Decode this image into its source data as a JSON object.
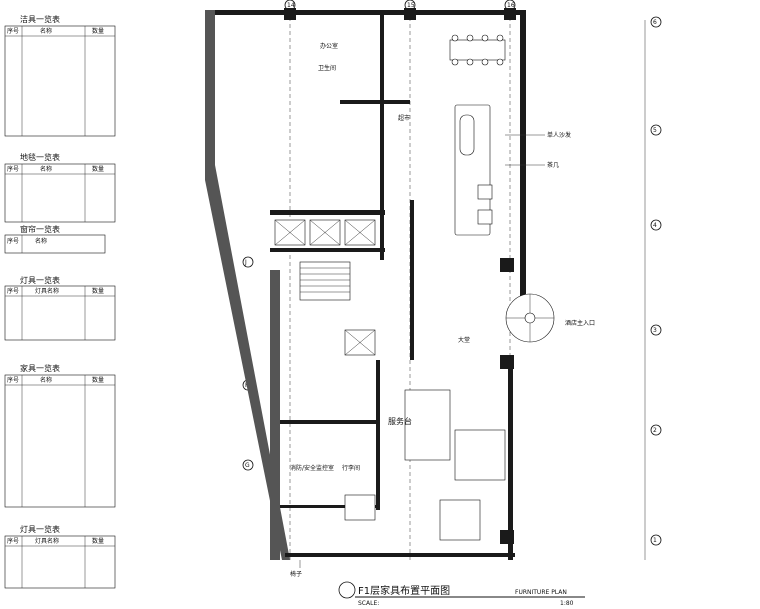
{
  "drawing": {
    "title_cn": "F1层家具布置平面图",
    "title_en": "FURNITURE PLAN",
    "scale_label": "SCALE:",
    "scale_value": "1:80"
  },
  "grid": {
    "top": [
      "14",
      "15",
      "16"
    ],
    "right": [
      "6",
      "5",
      "4",
      "3",
      "2",
      "1"
    ],
    "left": [
      "J",
      "H",
      "G"
    ]
  },
  "rooms": {
    "supermarket": "超市",
    "lobby": "大堂",
    "hotel_entrance": "酒店主入口",
    "front_desk": "服务台",
    "restroom": "卫生间",
    "office": "办公室",
    "luggage": "行李间",
    "security": "消防/安全监控室"
  },
  "schedules": {
    "sanitary": {
      "title": "洁具一览表",
      "headers": [
        "序号",
        "名称",
        "数量"
      ]
    },
    "floor_drain": {
      "title": "地毯一览表",
      "headers": [
        "序号",
        "名称",
        "数量"
      ]
    },
    "curtain": {
      "title": "窗帘一览表",
      "headers": [
        "序号",
        "名称"
      ]
    },
    "lighting_1": {
      "title": "灯具一览表",
      "headers": [
        "序号",
        "灯具名称",
        "数量"
      ]
    },
    "furniture": {
      "title": "家具一览表",
      "headers": [
        "序号",
        "名称",
        "数量"
      ]
    },
    "lighting_2": {
      "title": "灯具一览表",
      "headers": [
        "序号",
        "灯具名称",
        "数量"
      ]
    }
  },
  "callouts": {
    "sofa": "单人沙发",
    "coffee_table": "茶几",
    "chair": "椅子"
  }
}
